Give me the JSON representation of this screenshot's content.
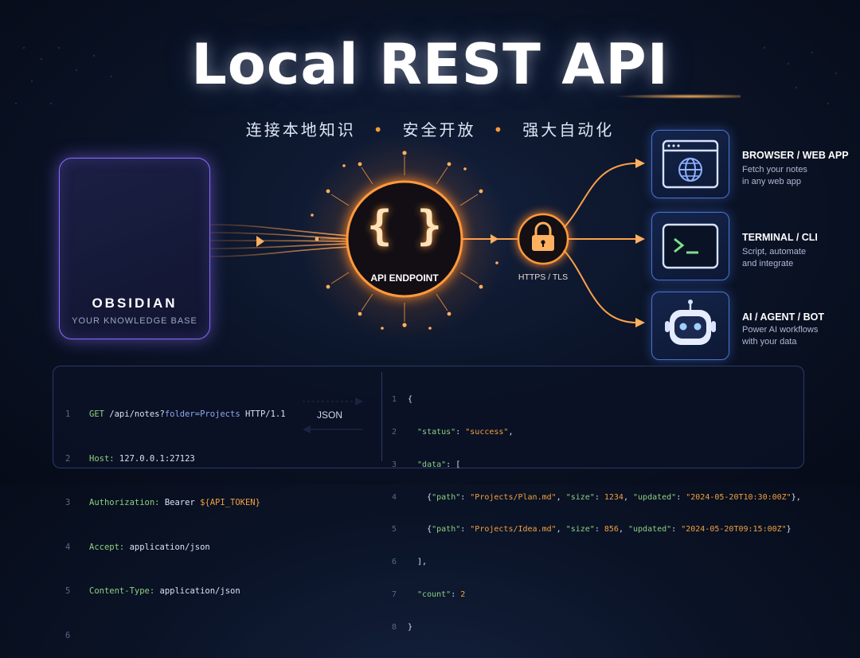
{
  "header": {
    "title": "Local REST API",
    "subtitle": [
      "连接本地知识",
      "安全开放",
      "强大自动化"
    ]
  },
  "obsidian": {
    "name": "OBSIDIAN",
    "tagline": "YOUR KNOWLEDGE BASE"
  },
  "hub": {
    "label": "API ENDPOINT",
    "glyph": "{ }",
    "icon": "curly-braces-icon"
  },
  "security": {
    "label": "HTTPS / TLS",
    "icon": "lock-icon"
  },
  "clients": [
    {
      "title": "BROWSER / WEB APP",
      "desc": [
        "Fetch your notes",
        "in any web app"
      ],
      "icon": "globe-browser-icon"
    },
    {
      "title": "TERMINAL / CLI",
      "desc": [
        "Script, automate",
        "and integrate"
      ],
      "icon": "terminal-icon"
    },
    {
      "title": "AI / AGENT / BOT",
      "desc": [
        "Power AI workflows",
        "with your data"
      ],
      "icon": "robot-icon"
    }
  ],
  "exchange": {
    "label": "JSON"
  },
  "request": {
    "line_numbers": [
      "1",
      "2",
      "3",
      "4",
      "5",
      "6"
    ],
    "method": "GET",
    "path": " /api/notes?",
    "query": "folder=Projects",
    "protocol": " HTTP/1.1",
    "host_key": "Host:",
    "host_val": " 127.0.0.1:27123",
    "auth_key": "Authorization:",
    "auth_val": " Bearer ",
    "auth_token": "${API_TOKEN}",
    "accept_key": "Accept:",
    "accept_val": " application/json",
    "ctype_key": "Content-Type:",
    "ctype_val": " application/json"
  },
  "response": {
    "line_numbers": [
      "1",
      "2",
      "3",
      "4",
      "5",
      "6",
      "7",
      "8"
    ],
    "l1": "{",
    "l2_key": "  \"status\"",
    "l2_sep": ": ",
    "l2_val": "\"success\"",
    "l2_end": ",",
    "l3_key": "  \"data\"",
    "l3_end": ": [",
    "l4_a": "    {",
    "l4_k1": "\"path\"",
    "l4_v1": "\"Projects/Plan.md\"",
    "l4_k2": "\"size\"",
    "l4_v2": "1234",
    "l4_k3": "\"updated\"",
    "l4_v3": "\"2024-05-20T10:30:00Z\"",
    "l4_end": "},",
    "l5_a": "    {",
    "l5_k1": "\"path\"",
    "l5_v1": "\"Projects/Idea.md\"",
    "l5_k2": "\"size\"",
    "l5_v2": "856",
    "l5_k3": "\"updated\"",
    "l5_v3": "\"2024-05-20T09:15:00Z\"",
    "l5_end": "}",
    "l6": "  ],",
    "l7_key": "  \"count\"",
    "l7_sep": ": ",
    "l7_val": "2",
    "l8": "}"
  },
  "colors": {
    "accent_orange": "#ff9a3c",
    "accent_purple": "#8c6cff",
    "accent_blue": "#4a74d8"
  }
}
